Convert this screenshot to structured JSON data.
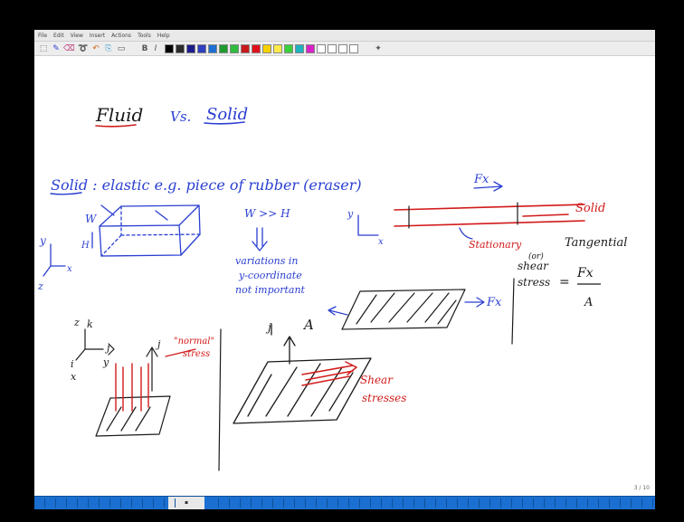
{
  "menu": {
    "items": [
      "File",
      "Edit",
      "View",
      "Insert",
      "Actions",
      "Tools",
      "Help"
    ]
  },
  "toolbar": {
    "tools": [
      "select-tool",
      "pen-tool",
      "eraser-tool",
      "lasso-tool",
      "undo",
      "insert-space"
    ],
    "pen_colors": [
      "#000000",
      "#2b2b2b",
      "#1c1c8c",
      "#2f3fbf",
      "#1e6fd0",
      "#1f9b2f",
      "#2ebd3e",
      "#c81a1a",
      "#e0101a",
      "#f5d000",
      "#ffe94a",
      "#39d03a",
      "#20b0c0",
      "#d822c8",
      "#ffffff",
      "#ffffff",
      "#ffffff",
      "#ffffff"
    ]
  },
  "notes": {
    "title_fluid": "Fluid",
    "title_vs": "Vs.",
    "title_solid": "Solid",
    "solid_line": "Solid : elastic  e.g.  piece of rubber (eraser)",
    "label_W": "W",
    "label_H": "H",
    "label_z": "z",
    "label_y": "y",
    "label_x": "x",
    "w_gg_h": "W >> H",
    "variations_1": "variations in",
    "variations_2": "y-coordinate",
    "variations_3": "not important",
    "label_Fx_top": "Fx",
    "label_solid": "Solid",
    "label_stationary": "Stationary",
    "tangential": "Tangential",
    "or": "(or)",
    "shear": "shear",
    "stress": "stress",
    "equals": "=",
    "frac_num": "Fx",
    "frac_den": "A",
    "label_A": "A",
    "label_Fx_mid": "Fx",
    "axis_k": "k",
    "axis_i": "i",
    "axis_j": "j",
    "axis_z": "z",
    "axis_y": "y",
    "axis_x": "x",
    "normal_stress_1": "\"normal\"",
    "normal_stress_2": "stress",
    "shear_stress_1": "Shear",
    "shear_stress_2": "stresses",
    "label_j_top": "j"
  },
  "status": {
    "page_indicator": "3 / 10"
  },
  "colors": {
    "blue_ink": "#2a3fd1",
    "red_ink": "#d21a1a",
    "black_ink": "#1a1a1a",
    "page_bar": "#1a6fd0"
  }
}
